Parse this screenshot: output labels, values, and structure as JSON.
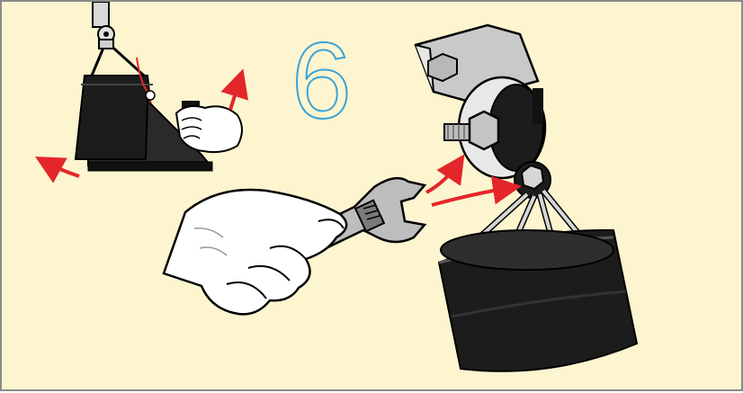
{
  "step": {
    "number": "6"
  },
  "colors": {
    "background": "#fdf5cf",
    "border": "#8a8a8a",
    "step_outline": "#3aa3d8",
    "arrow": "#e4262b",
    "rubber": "#1c1c1c",
    "metal": "#d0d0d0",
    "hand": "#ffffff"
  },
  "icons": {
    "hanging_light_inset": "hanging-light-fixture-illustration",
    "wrench_hand": "hand-holding-adjustable-wrench",
    "bracket_assembly": "swivel-bracket-with-bolts"
  }
}
